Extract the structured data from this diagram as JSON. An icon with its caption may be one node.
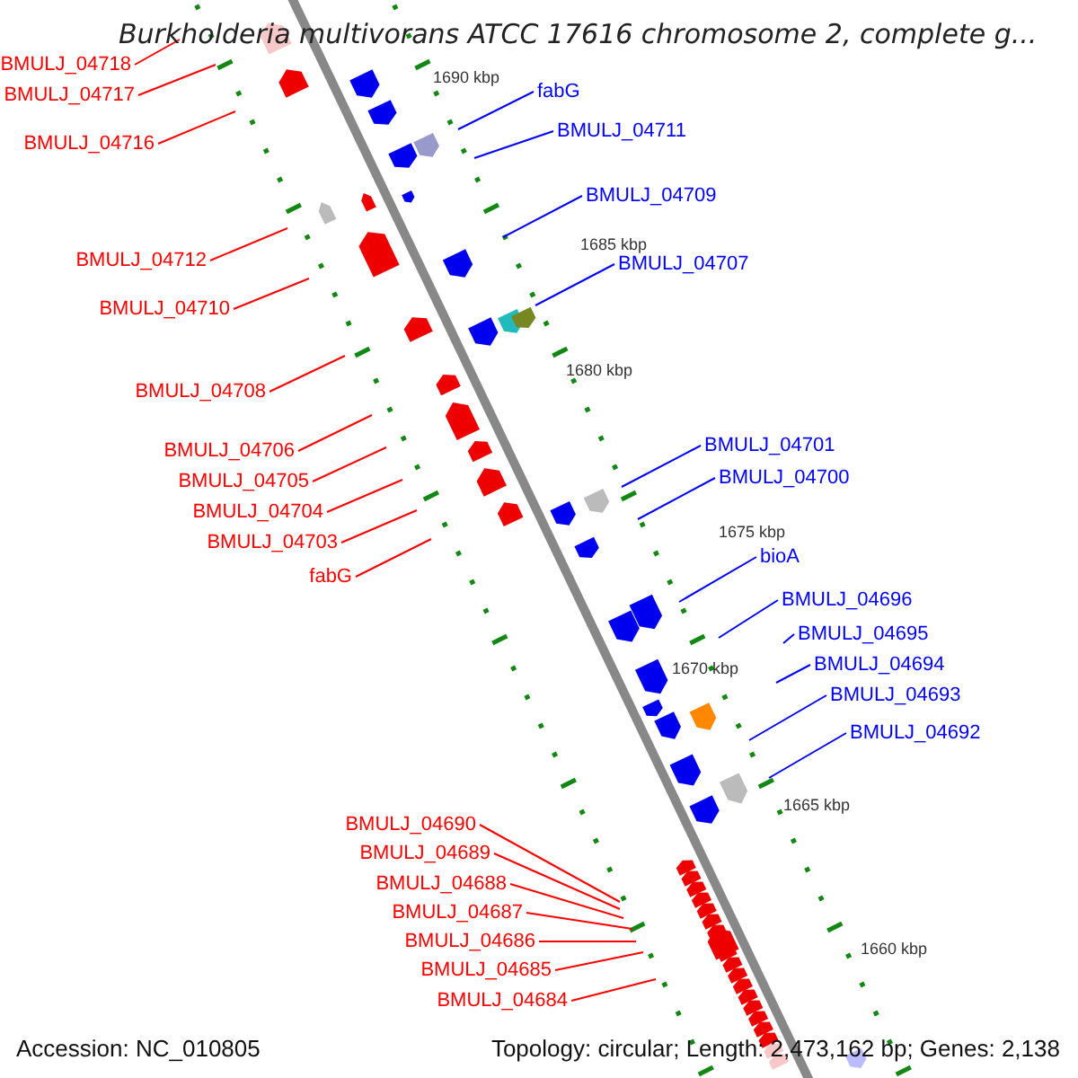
{
  "diagram": {
    "title": "Burkholderia multivorans ATCC 17616 chromosome 2, complete g...",
    "nodes": [
      {
        "text": [
          "BMULJ_04718"
        ]
      },
      {
        "text": [
          "BMULJ_04717"
        ]
      },
      {
        "text": [
          "BMULJ_04716"
        ]
      },
      {
        "text": [
          "BMULJ_04712"
        ]
      },
      {
        "text": [
          "BMULJ_04710"
        ]
      },
      {
        "text": [
          "BMULJ_04708"
        ]
      },
      {
        "text": [
          "BMULJ_04706"
        ]
      },
      {
        "text": [
          "BMULJ_04705"
        ]
      },
      {
        "text": [
          "BMULJ_04704"
        ]
      },
      {
        "text": [
          "BMULJ_04703"
        ]
      },
      {
        "text": [
          "fabG"
        ]
      },
      {
        "text": [
          "fabG"
        ]
      },
      {
        "text": [
          "BMULJ_04711"
        ]
      },
      {
        "text": [
          "BMULJ_04709"
        ]
      },
      {
        "text": [
          "BMULJ_04707"
        ]
      },
      {
        "text": [
          "BMULJ_04701"
        ]
      },
      {
        "text": [
          "BMULJ_04700"
        ]
      },
      {
        "text": [
          "bioA"
        ]
      },
      {
        "text": [
          "BMULJ_04696"
        ]
      },
      {
        "text": [
          "BMULJ_04695"
        ]
      },
      {
        "text": [
          "BMULJ_04694"
        ]
      },
      {
        "text": [
          "BMULJ_04693"
        ]
      },
      {
        "text": [
          "BMULJ_04692"
        ]
      },
      {
        "text": [
          "BMULJ_04690"
        ]
      },
      {
        "text": [
          "BMULJ_04689"
        ]
      },
      {
        "text": [
          "BMULJ_04688"
        ]
      },
      {
        "text": [
          "BMULJ_04687"
        ]
      },
      {
        "text": [
          "BMULJ_04686"
        ]
      },
      {
        "text": [
          "BMULJ_04685"
        ]
      },
      {
        "text": [
          "BMULJ_04684"
        ]
      }
    ],
    "edges": [
      {
        "from": 0,
        "to": null,
        "arrow": "none"
      },
      {
        "from": 1,
        "to": null,
        "arrow": "none"
      },
      {
        "from": 2,
        "to": null,
        "arrow": "none"
      },
      {
        "from": 3,
        "to": null,
        "arrow": "none"
      },
      {
        "from": 4,
        "to": null,
        "arrow": "none"
      },
      {
        "from": 5,
        "to": null,
        "arrow": "none"
      },
      {
        "from": 6,
        "to": null,
        "arrow": "none"
      },
      {
        "from": 7,
        "to": null,
        "arrow": "none"
      },
      {
        "from": 8,
        "to": null,
        "arrow": "none"
      },
      {
        "from": 9,
        "to": null,
        "arrow": "none"
      },
      {
        "from": 10,
        "to": null,
        "arrow": "none"
      },
      {
        "from": 11,
        "to": null,
        "arrow": "none",
        "color": "#0000ff"
      },
      {
        "from": 12,
        "to": null,
        "arrow": "none",
        "color": "#0000ff"
      },
      {
        "from": 13,
        "to": null,
        "arrow": "none",
        "color": "#0000ff"
      },
      {
        "from": 14,
        "to": null,
        "arrow": "none",
        "color": "#0000ff"
      },
      {
        "from": 15,
        "to": null,
        "arrow": "none",
        "color": "#0000ff"
      },
      {
        "from": 16,
        "to": null,
        "arrow": "none",
        "color": "#0000ff"
      },
      {
        "from": 17,
        "to": null,
        "arrow": "none",
        "color": "#0000ff"
      },
      {
        "from": 18,
        "to": null,
        "arrow": "none",
        "color": "#0000ff"
      },
      {
        "from": 19,
        "to": null,
        "arrow": "none",
        "color": "#0000ff"
      },
      {
        "from": 20,
        "to": null,
        "arrow": "none",
        "color": "#0000ff"
      },
      {
        "from": 21,
        "to": null,
        "arrow": "none",
        "color": "#0000ff"
      },
      {
        "from": 22,
        "to": null,
        "arrow": "none",
        "color": "#0000ff"
      },
      {
        "from": 23,
        "to": null,
        "arrow": "none"
      },
      {
        "from": 24,
        "to": null,
        "arrow": "none"
      },
      {
        "from": 25,
        "to": null,
        "arrow": "none"
      },
      {
        "from": 26,
        "to": null,
        "arrow": "none"
      },
      {
        "from": 27,
        "to": null,
        "arrow": "none"
      },
      {
        "from": 28,
        "to": null,
        "arrow": "none"
      },
      {
        "from": 29,
        "to": null,
        "arrow": "none"
      }
    ],
    "labels": [
      "1690 kbp",
      "1685 kbp",
      "1680 kbp",
      "1675 kbp",
      "1670 kbp",
      "1665 kbp",
      "1660 kbp",
      "Accession: NC_010805",
      "Topology: circular; Length: 2,473,162 bp; Genes: 2,138"
    ]
  }
}
